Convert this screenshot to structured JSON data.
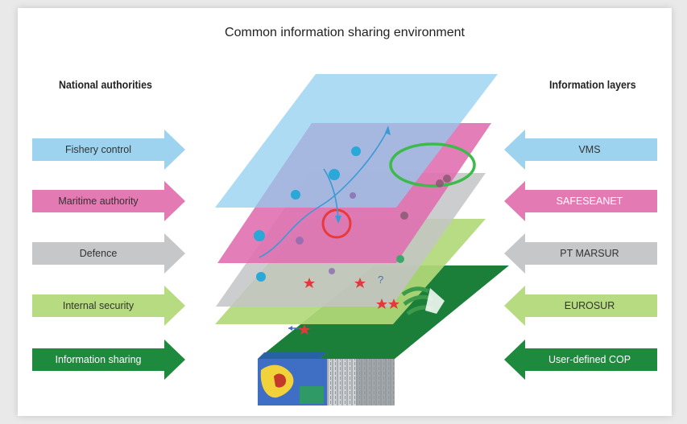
{
  "title": "Common information sharing environment",
  "left_header": "National authorities",
  "right_header": "Information layers",
  "left_arrows": [
    {
      "label": "Fishery control",
      "color": "#9ed3ef",
      "text_color": "#333333"
    },
    {
      "label": "Maritime authority",
      "color": "#e47ab4",
      "text_color": "#333333"
    },
    {
      "label": "Defence",
      "color": "#c6c7c9",
      "text_color": "#333333"
    },
    {
      "label": "Internal security",
      "color": "#b6db81",
      "text_color": "#333333"
    },
    {
      "label": "Information sharing",
      "color": "#1e8a3e",
      "text_color": "#ffffff"
    }
  ],
  "right_arrows": [
    {
      "label": "VMS",
      "color": "#9ed3ef",
      "text_color": "#333333"
    },
    {
      "label": "SAFESEANET",
      "color": "#e47ab4",
      "text_color": "#ffffff"
    },
    {
      "label": "PT MARSUR",
      "color": "#c6c7c9",
      "text_color": "#333333"
    },
    {
      "label": "EUROSUR",
      "color": "#b6db81",
      "text_color": "#333333"
    },
    {
      "label": "User-defined COP",
      "color": "#1e8a3e",
      "text_color": "#ffffff"
    }
  ],
  "layers": [
    {
      "name": "fishery-layer",
      "color": "#8fcdf0"
    },
    {
      "name": "maritime-layer",
      "color": "#e070b0"
    },
    {
      "name": "defence-layer",
      "color": "#c3c4c6"
    },
    {
      "name": "security-layer",
      "color": "#b2d97a"
    },
    {
      "name": "cop-layer",
      "color": "#1b7f3a"
    }
  ],
  "question_mark": "?"
}
